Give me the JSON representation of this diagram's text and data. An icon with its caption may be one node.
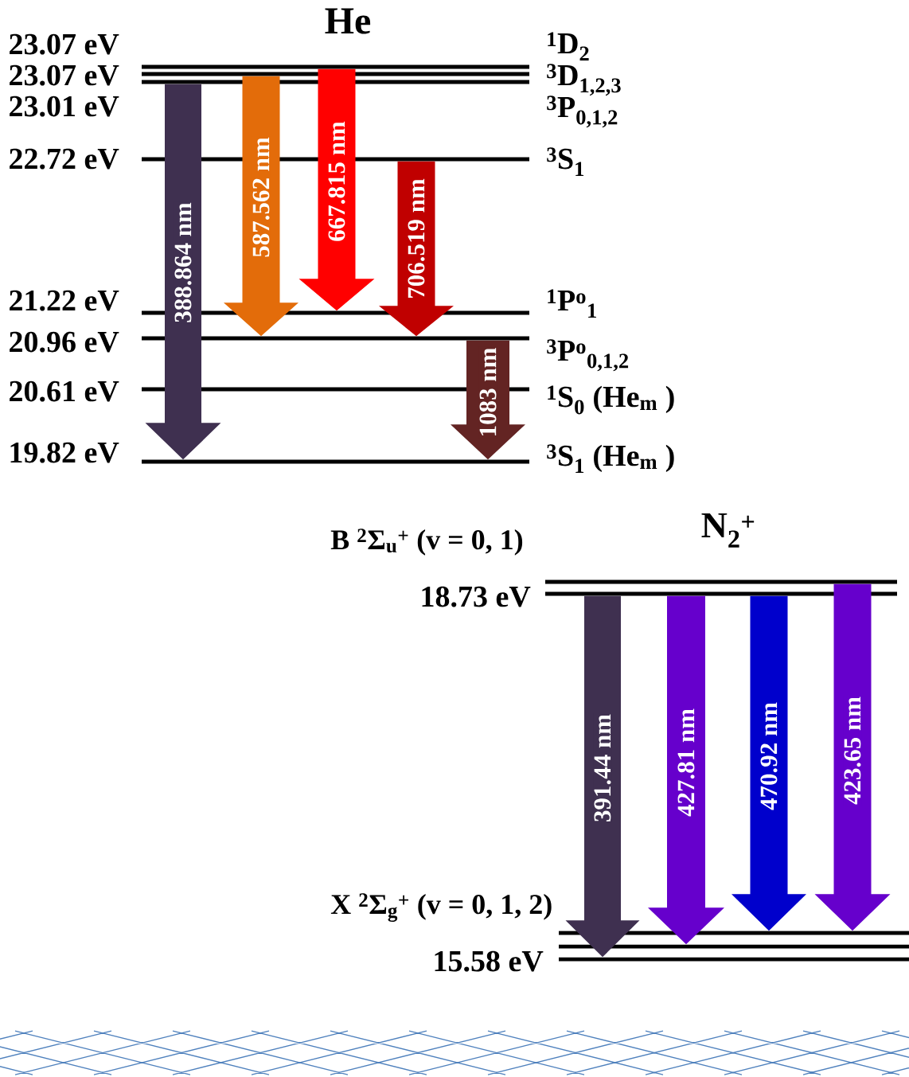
{
  "diagram": {
    "nodes": [
      {
        "text": [],
        "shape": "bar",
        "beside": [
          "23.07 eV",
          "$^{1}$D$_{2}$"
        ]
      },
      {
        "text": [],
        "shape": "bar",
        "beside": [
          "23.07 eV",
          "$^{3}$D$_{1,2,3}$"
        ]
      },
      {
        "text": [],
        "shape": "bar",
        "beside": [
          "23.01 eV",
          "$^{3}$P$_{0,1,2}$"
        ]
      },
      {
        "text": [],
        "shape": "bar",
        "beside": [
          "22.72 eV",
          "$^{3}$S$_{1}$"
        ]
      },
      {
        "text": [],
        "shape": "bar",
        "beside": [
          "21.22 eV",
          "$^{1}$P$^{o}$$_{1}$"
        ]
      },
      {
        "text": [],
        "shape": "bar",
        "beside": [
          "20.96 eV",
          "$^{3}$P$^{o}$$_{0,1,2}$"
        ]
      },
      {
        "text": [],
        "shape": "bar",
        "beside": [
          "20.61 eV",
          "$^{1}$S$_{0}$ (He$_{m}$ )"
        ]
      },
      {
        "text": [],
        "shape": "bar",
        "beside": [
          "19.82 eV",
          "$^{3}$S$_{1}$ (He$_{m}$ )"
        ]
      },
      {
        "text": [],
        "shape": "bar"
      },
      {
        "text": [],
        "shape": "bar",
        "beside": [
          "18.73 eV"
        ]
      },
      {
        "text": [],
        "shape": "bar"
      },
      {
        "text": [],
        "shape": "bar"
      },
      {
        "text": [],
        "shape": "bar",
        "beside": [
          "15.58 eV"
        ]
      }
    ],
    "edges": [
      {
        "from": 2,
        "to": 7,
        "arrow": "to",
        "label": "388.864 nm",
        "color": "#3f3050"
      },
      {
        "from": 1,
        "to": 5,
        "arrow": "to",
        "label": "587.562 nm",
        "color": "#e36c0a"
      },
      {
        "from": 0,
        "to": 4,
        "arrow": "to",
        "label": "667.815 nm",
        "color": "#ff0000"
      },
      {
        "from": 3,
        "to": 5,
        "arrow": "to",
        "label": "706.519 nm",
        "color": "#c00000"
      },
      {
        "from": 5,
        "to": 7,
        "arrow": "to",
        "label": "1083 nm",
        "color": "#632423"
      },
      {
        "from": 9,
        "to": 12,
        "arrow": "to",
        "label": "391.44 nm",
        "color": "#3f3050"
      },
      {
        "from": 9,
        "to": 11,
        "arrow": "to",
        "label": "427.81 nm",
        "color": "#6600cc"
      },
      {
        "from": 9,
        "to": 10,
        "arrow": "to",
        "label": "470.92 nm",
        "color": "#0000cc"
      },
      {
        "from": 8,
        "to": 10,
        "arrow": "to",
        "label": "423.65 nm",
        "color": "#6600cc"
      }
    ],
    "labels": [
      "He",
      "N$_{2}$$^{+}$",
      "B $^{2}$Σ$_{u}$$^{+}$ (v = 0, 1)",
      "X $^{2}$Σ$_{g}$$^{+}$ (v = 0, 1, 2)"
    ]
  }
}
